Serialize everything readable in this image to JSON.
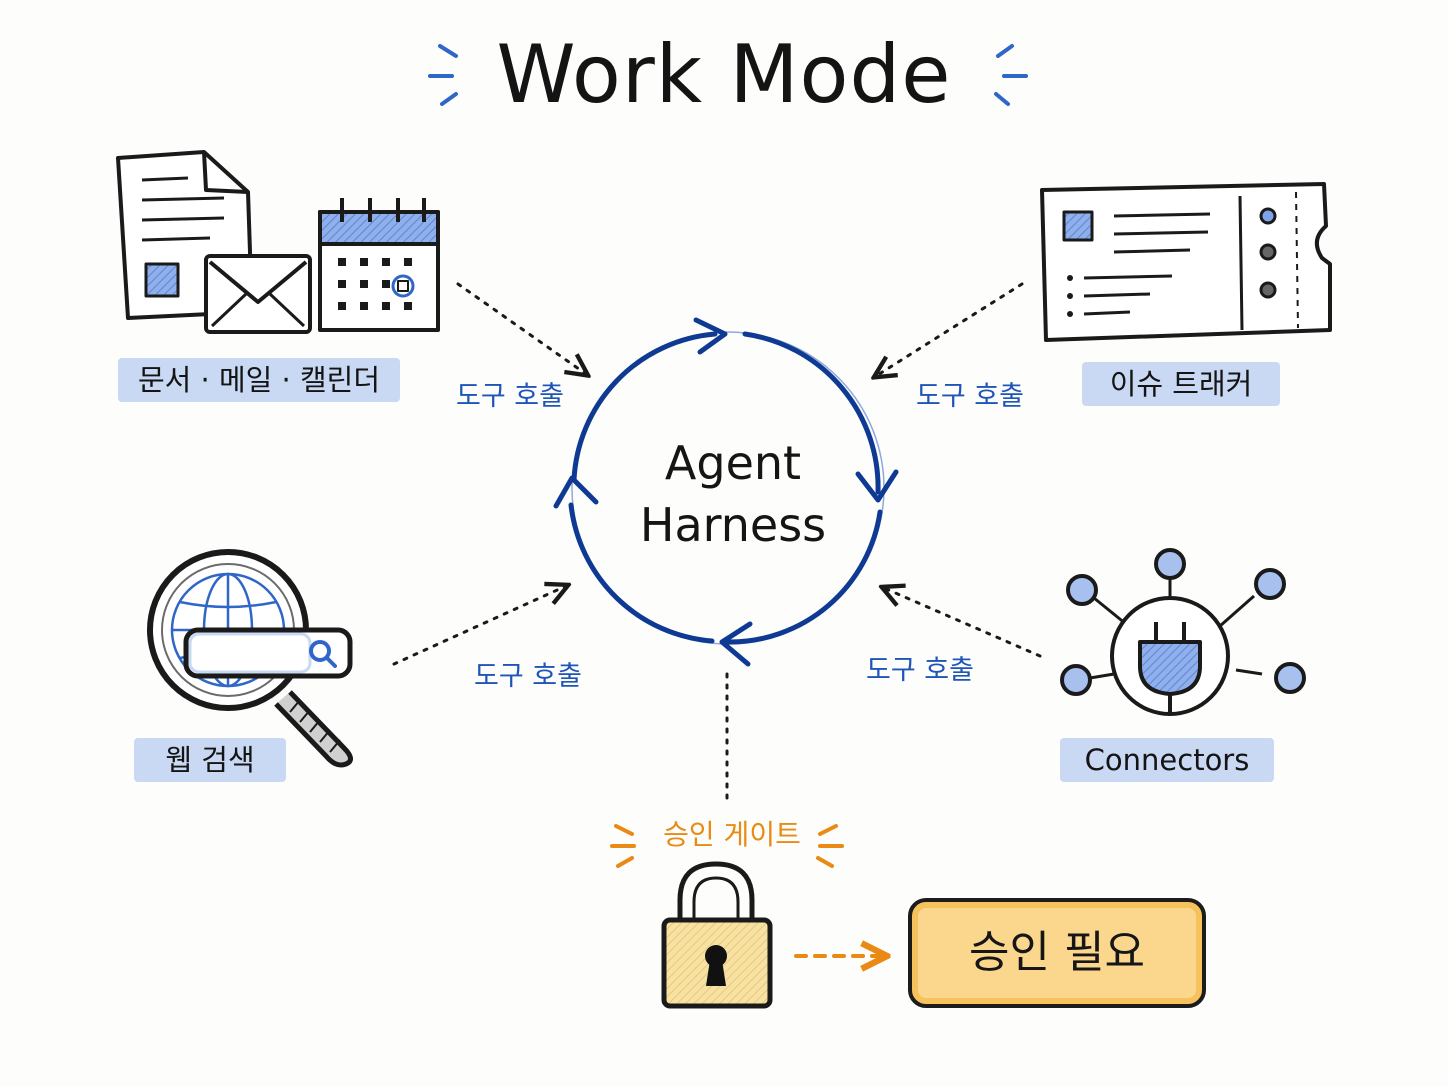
{
  "title": "Work Mode",
  "hub": {
    "line1": "Agent",
    "line2": "Harness"
  },
  "nodes": {
    "docs": {
      "label": "문서 · 메일 · 캘린더",
      "icons": [
        "document-icon",
        "mail-icon",
        "calendar-icon"
      ]
    },
    "tracker": {
      "label": "이슈 트래커",
      "icons": [
        "ticket-icon"
      ]
    },
    "search": {
      "label": "웹 검색",
      "icons": [
        "magnifier-globe-icon"
      ]
    },
    "connectors": {
      "label": "Connectors",
      "icons": [
        "plug-hub-icon"
      ]
    }
  },
  "tool_calls": {
    "top_left": "도구 호출",
    "top_right": "도구 호출",
    "bottom_left": "도구 호출",
    "bottom_right": "도구 호출"
  },
  "gate": {
    "label": "승인 게이트",
    "icon": "padlock-icon"
  },
  "approval": {
    "label": "승인 필요"
  },
  "colors": {
    "accent_blue": "#1f55b8",
    "cycle_blue": "#0f3a93",
    "light_blue": "#c9d8f3",
    "gate_orange": "#e98a15",
    "approval_fill": "#fbd78d",
    "lock_fill": "#f5dc97"
  }
}
